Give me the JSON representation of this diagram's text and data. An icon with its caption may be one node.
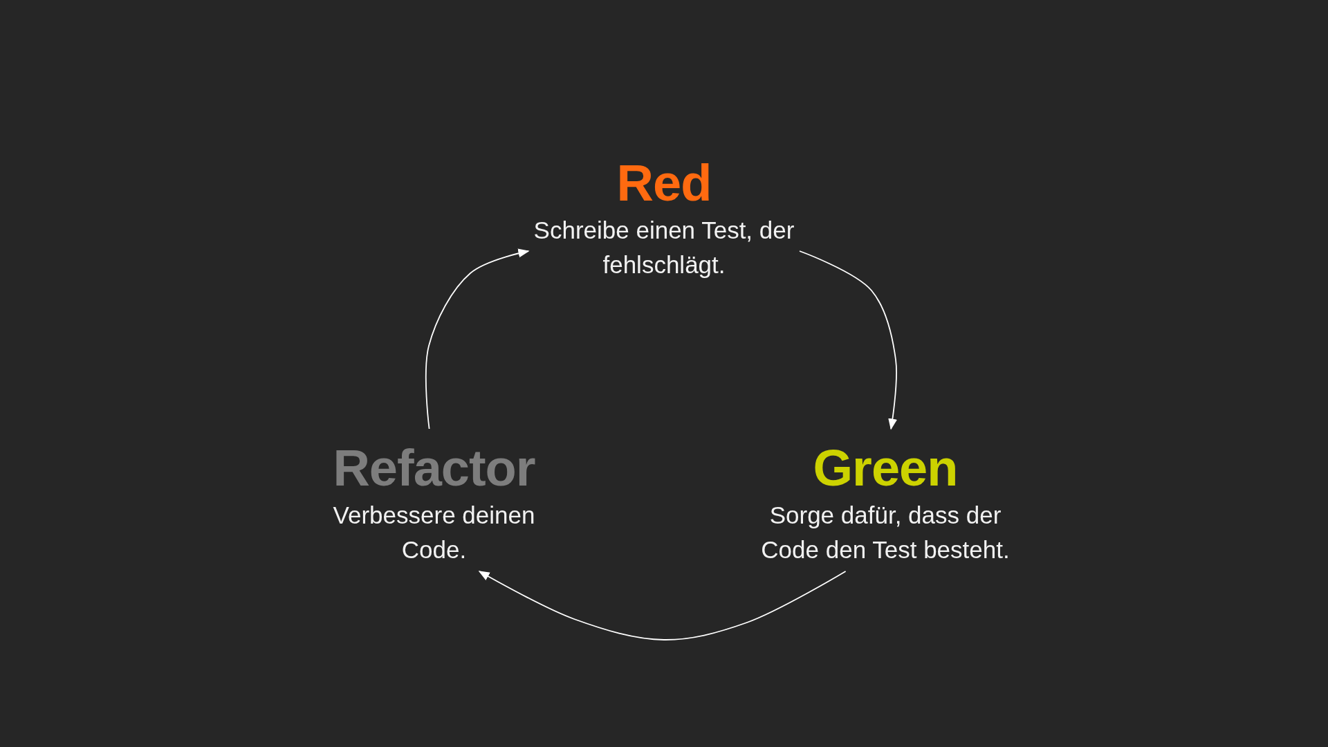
{
  "diagram": {
    "nodes": [
      {
        "text": [
          "Red",
          "Schreibe einen Test, der fehlschlägt."
        ]
      },
      {
        "text": [
          "Green",
          "Sorge dafür, dass der Code den Test besteht."
        ]
      },
      {
        "text": [
          "Refactor",
          "Verbessere deinen Code."
        ]
      }
    ],
    "edges": [
      {
        "from": 0,
        "to": 1,
        "arrow": "to"
      },
      {
        "from": 1,
        "to": 2,
        "arrow": "to"
      },
      {
        "from": 2,
        "to": 0,
        "arrow": "to"
      }
    ]
  }
}
